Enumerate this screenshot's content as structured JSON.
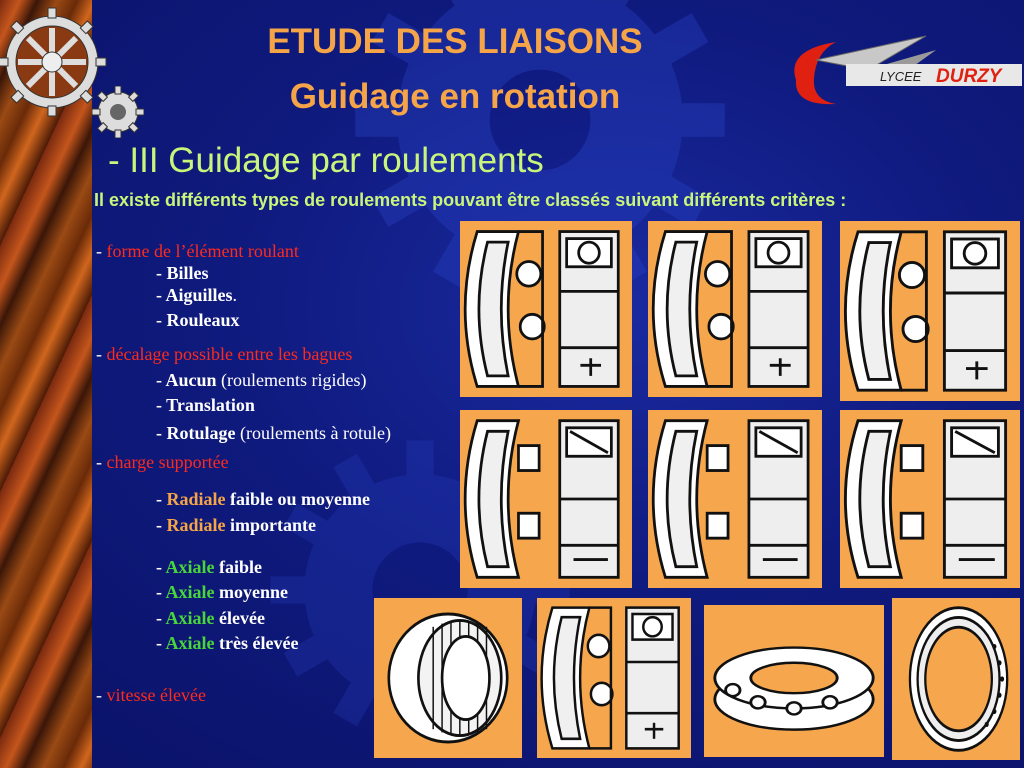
{
  "header": {
    "title_line1": "ETUDE DES LIAISONS",
    "title_line2": "Guidage en rotation"
  },
  "logo": {
    "prefix": "LYCEE",
    "name": "DURZY"
  },
  "section": {
    "title": "- III Guidage par roulements",
    "intro": "Il existe différents types de roulements pouvant être classés suivant différents critères :"
  },
  "criteria": {
    "element": {
      "dash": "- ",
      "label": "forme de l’élément roulant",
      "items": [
        "- Billes",
        "- Aiguilles",
        "- Rouleaux"
      ],
      "aiguilles_suffix": "."
    },
    "decalage": {
      "dash": "- ",
      "label": "décalage possible entre les bagues",
      "aucun_dash": "- ",
      "aucun": "Aucun",
      "aucun_note": " (roulements rigides)",
      "translation": "- Translation",
      "rotulage_dash": "- ",
      "rotulage": "Rotulage",
      "rotulage_note": " (roulements à rotule)"
    },
    "charge": {
      "dash": "- ",
      "label": "charge supportée",
      "item_dash": "- ",
      "radiale": "Radiale",
      "radiale_1_suffix": " faible ou moyenne",
      "radiale_2_suffix": " importante",
      "axiale": "Axiale",
      "axiale_suffixes": [
        " faible",
        " moyenne",
        " élevée",
        " très élevée"
      ]
    },
    "vitesse": {
      "dash": "- ",
      "label": "vitesse élevée"
    }
  },
  "colors": {
    "background": "#0f1a7e",
    "title": "#f5a548",
    "subtitle": "#c8f57a",
    "criterion": "#ff2a1a",
    "radiale": "#f5a548",
    "axiale": "#49d63a",
    "panel": "#f6a74e"
  }
}
